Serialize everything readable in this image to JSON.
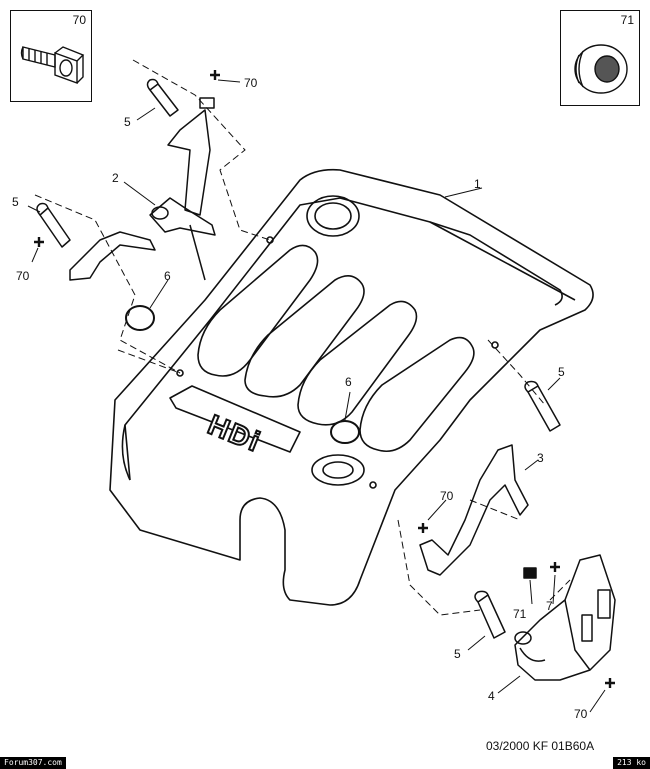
{
  "parts": {
    "inset_screw": "70",
    "inset_washer": "71",
    "cover": "1",
    "bracket_left": "2",
    "bracket_right": "3",
    "sensor_block": "4",
    "injector": "5",
    "grommet": "6",
    "clip": "7",
    "fastener": "70",
    "seal": "71"
  },
  "cover_badge": "HDi",
  "footer": {
    "code": "03/2000   KF 01B60A",
    "site": "Forum307.com",
    "size": "213 ko"
  },
  "colors": {
    "ink": "#111111",
    "background": "#ffffff",
    "bar": "#000000"
  }
}
